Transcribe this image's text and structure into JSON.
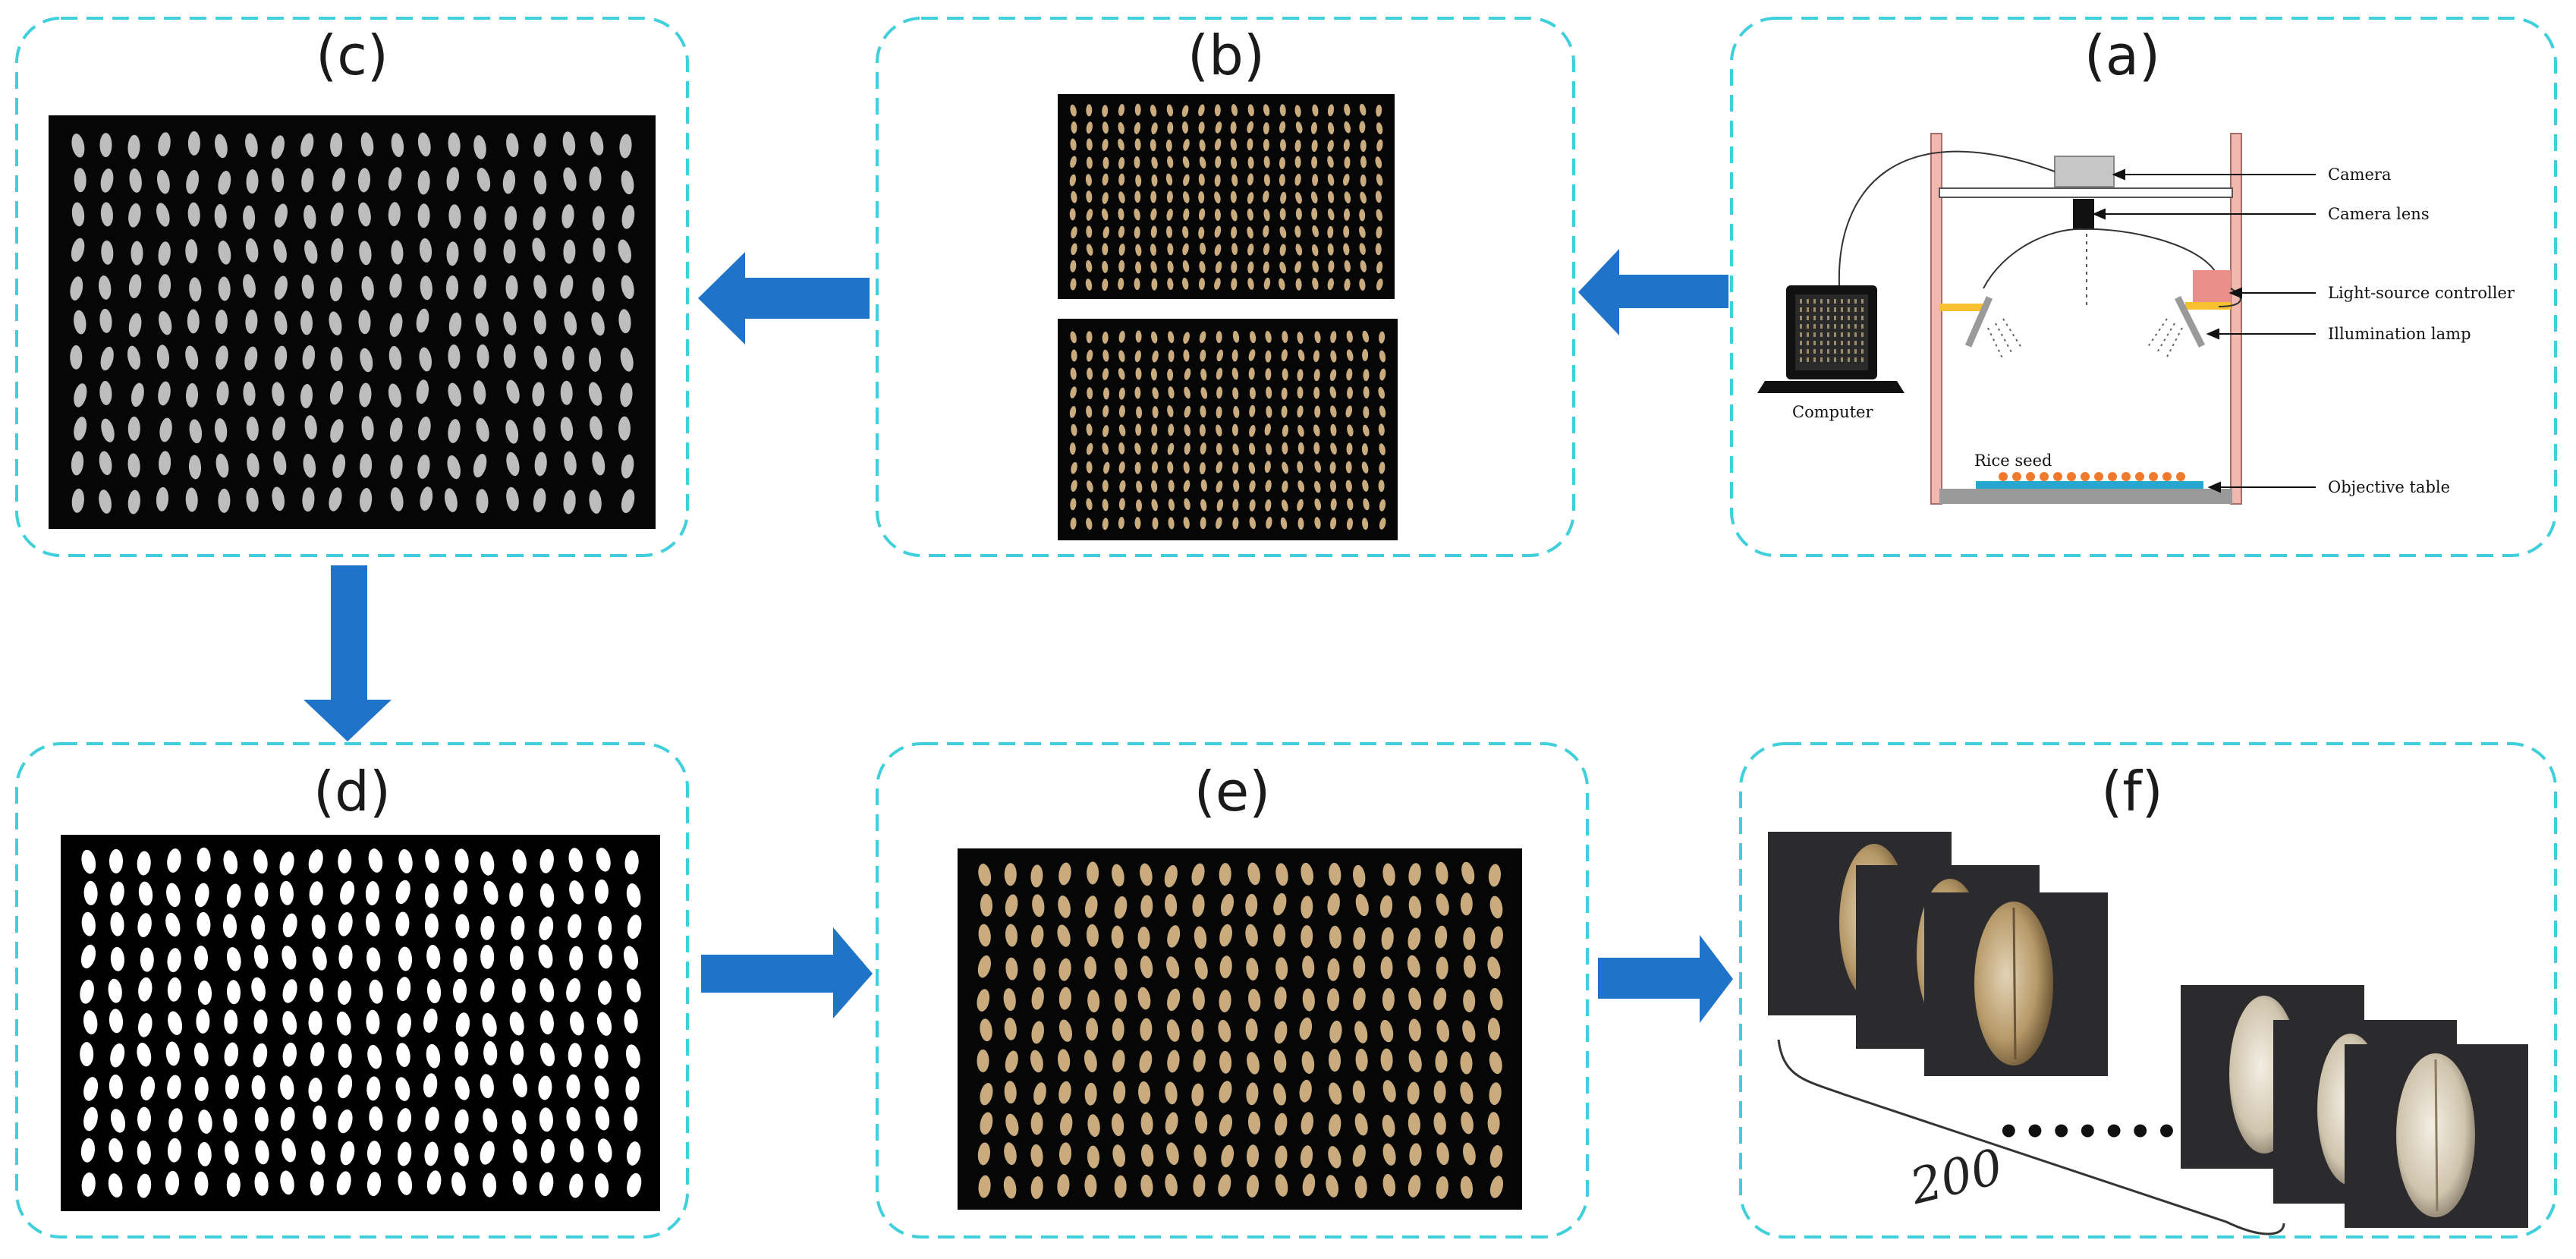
{
  "colors": {
    "panel_border": "#3fd0db",
    "arrow": "#1f74c9",
    "dark_bg": "#060606",
    "rice_gray": "#bdbdbd",
    "rice_tan": "#c9ab7e",
    "rice_white": "#ffffff",
    "frame_pink": "#f2b8b0",
    "controller": "#ea8f8a",
    "lamp_arm": "#f6c02e",
    "table_blue": "#27a6cf",
    "seed_orange": "#ef7a2b"
  },
  "panels": {
    "a": {
      "label": "(a)",
      "components": {
        "camera": "Camera",
        "camera_lens": "Camera lens",
        "controller": "Light-source controller",
        "lamp": "Illumination lamp",
        "table": "Objective table",
        "computer": "Computer",
        "seed": "Rice seed"
      }
    },
    "b": {
      "label": "(b)"
    },
    "c": {
      "label": "(c)"
    },
    "d": {
      "label": "(d)"
    },
    "e": {
      "label": "(e)"
    },
    "f": {
      "label": "(f)",
      "ellipsis": "•••••••",
      "count": "200"
    }
  },
  "flow": [
    "a → b",
    "b → c",
    "c → d",
    "d → e",
    "e → f"
  ]
}
